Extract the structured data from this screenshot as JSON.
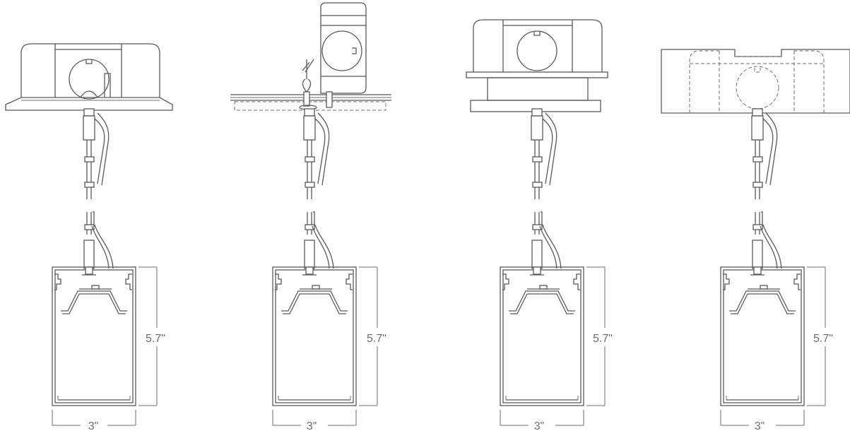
{
  "figures": [
    {
      "id": "box-mount",
      "height_label": "5.7\"",
      "width_label": "3\""
    },
    {
      "id": "tbar-mount",
      "height_label": "5.7\"",
      "width_label": "3\""
    },
    {
      "id": "flush-mount",
      "height_label": "5.7\"",
      "width_label": "3\""
    },
    {
      "id": "recessed-mount",
      "height_label": "5.7\"",
      "width_label": "3\""
    }
  ],
  "colors": {
    "line": "#58595b",
    "label": "#6d6e71",
    "background": "#ffffff"
  }
}
